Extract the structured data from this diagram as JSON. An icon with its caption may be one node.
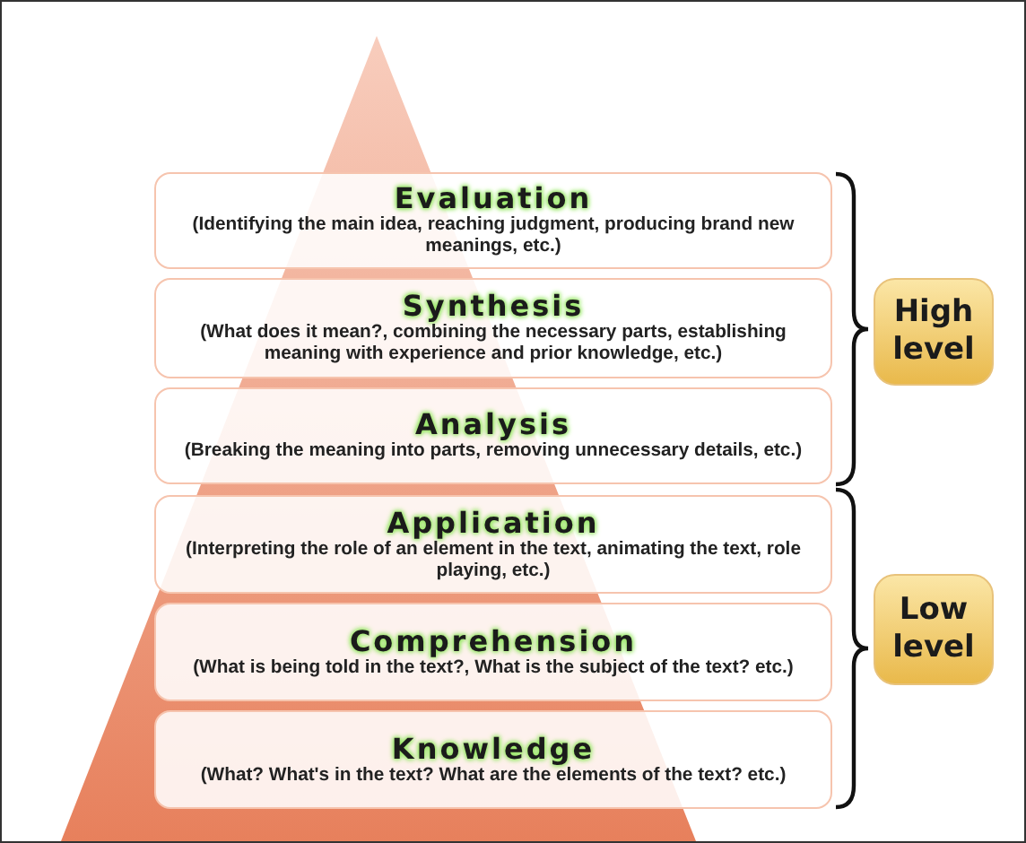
{
  "diagram": {
    "nodes": [
      {
        "text": [
          "Evaluation",
          "(Identifying the main idea, reaching judgment, producing brand new meanings, etc.)"
        ]
      },
      {
        "text": [
          "Synthesis",
          "(What does it mean?, combining the necessary parts, establishing meaning with experience and prior knowledge, etc.)"
        ]
      },
      {
        "text": [
          "Analysis",
          "(Breaking the meaning into parts, removing unnecessary details, etc.)"
        ]
      },
      {
        "text": [
          "Application",
          "(Interpreting the role of an element in the text, animating the text, role playing, etc.)"
        ]
      },
      {
        "text": [
          "Comprehension",
          "(What is being told in the text?, What is the subject of the text? etc.)"
        ]
      },
      {
        "text": [
          "Knowledge",
          "(What? What's in the text? What are the elements of the text? etc.)"
        ]
      },
      {
        "text": [
          "High level"
        ]
      },
      {
        "text": [
          "Low level"
        ]
      }
    ]
  }
}
